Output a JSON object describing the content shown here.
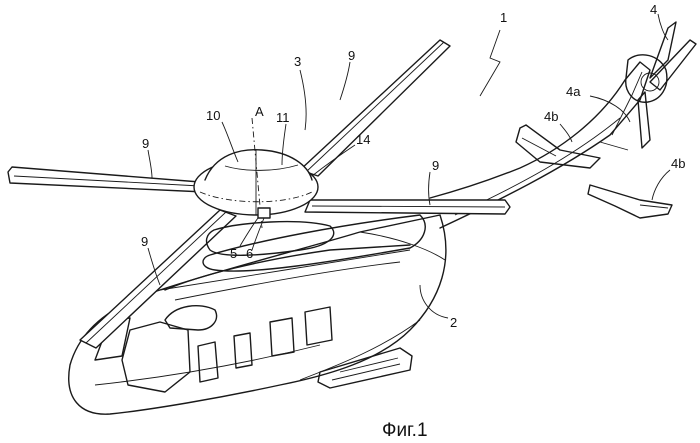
{
  "figure": {
    "caption": "Фиг.1"
  },
  "labels": {
    "l1": "1",
    "l2": "2",
    "l3": "3",
    "l4": "4",
    "l4a": "4a",
    "l4b_upper": "4b",
    "l4b_lower": "4b",
    "l5": "5",
    "l6": "6",
    "l9_top": "9",
    "l9_left": "9",
    "l9_right": "9",
    "l9_lower": "9",
    "l10": "10",
    "l11": "11",
    "l14": "14",
    "lA": "A"
  }
}
